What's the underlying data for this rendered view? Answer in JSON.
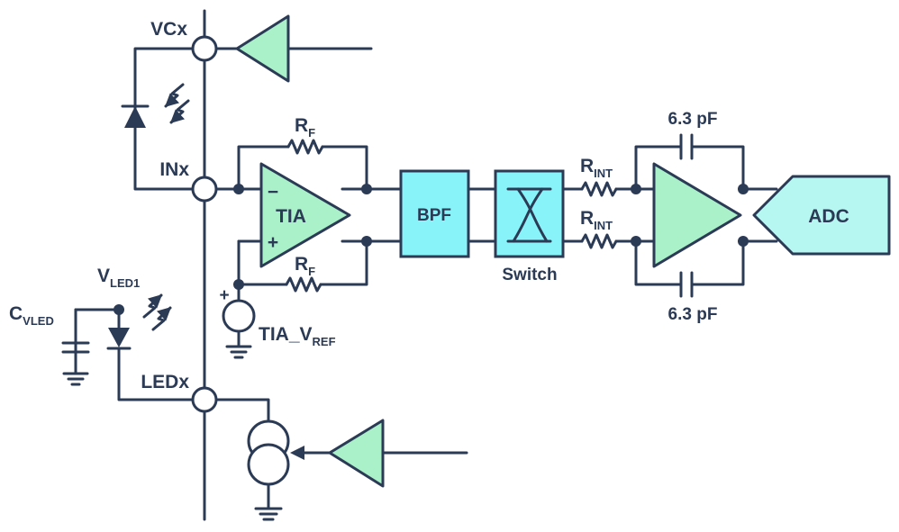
{
  "pins": {
    "vc": "VCx",
    "in": "INx",
    "led": "LEDx"
  },
  "tia": {
    "label": "TIA",
    "minus": "−",
    "plus": "+"
  },
  "feedback": {
    "r_main": "R",
    "r_sub": "F"
  },
  "bpf": {
    "label": "BPF"
  },
  "switch": {
    "label": "Switch"
  },
  "integrator": {
    "r_main": "R",
    "r_sub": "INT",
    "cap_top": "6.3 pF",
    "cap_bottom": "6.3 pF"
  },
  "adc": {
    "label": "ADC"
  },
  "vref": {
    "main": "TIA_V",
    "sub": "REF",
    "plus": "+"
  },
  "vled": {
    "main": "V",
    "sub": "LED1"
  },
  "cvled": {
    "main": "C",
    "sub": "VLED"
  },
  "colors": {
    "wire": "#2b3a55",
    "amp_fill": "#aaf0c8",
    "block_fill": "#88f4fa",
    "adc_fill": "#b6f7f2"
  }
}
